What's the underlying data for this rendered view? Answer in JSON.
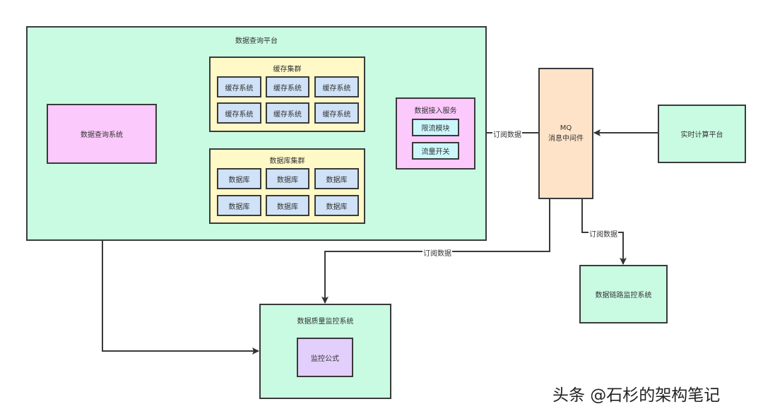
{
  "colors": {
    "platform_fill": "#c9fbe3",
    "query_system_fill": "#fcc9fc",
    "cluster_fill": "#fff8c7",
    "cell_fill": "#cfe2f7",
    "ingest_fill": "#fcc9fc",
    "ingest_module_fill": "#ccf7fb",
    "mq_fill": "#ffe3c9",
    "formula_fill": "#e2cffb",
    "stroke": "#3a3a3a"
  },
  "platform": {
    "title": "数据查询平台",
    "query_system": "数据查询系统",
    "cache_cluster": {
      "title": "缓存集群",
      "cells": [
        "缓存系统",
        "缓存系统",
        "缓存系统",
        "缓存系统",
        "缓存系统",
        "缓存系统"
      ]
    },
    "db_cluster": {
      "title": "数据库集群",
      "cells": [
        "数据库",
        "数据库",
        "数据库",
        "数据库",
        "数据库",
        "数据库"
      ]
    },
    "ingest_service": {
      "title": "数据接入服务",
      "modules": [
        "限流模块",
        "流量开关"
      ]
    }
  },
  "mq": {
    "line1": "MQ",
    "line2": "消息中间件"
  },
  "realtime_platform": "实时计算平台",
  "lineage_monitor": "数据链路监控系统",
  "quality_monitor": {
    "title": "数据质量监控系统",
    "formula": "监控公式"
  },
  "edges": {
    "mq_to_ingest": "订阅数据",
    "mq_to_quality": "订阅数据",
    "mq_to_lineage": "订阅数据"
  },
  "watermark": "头条 @石杉的架构笔记"
}
